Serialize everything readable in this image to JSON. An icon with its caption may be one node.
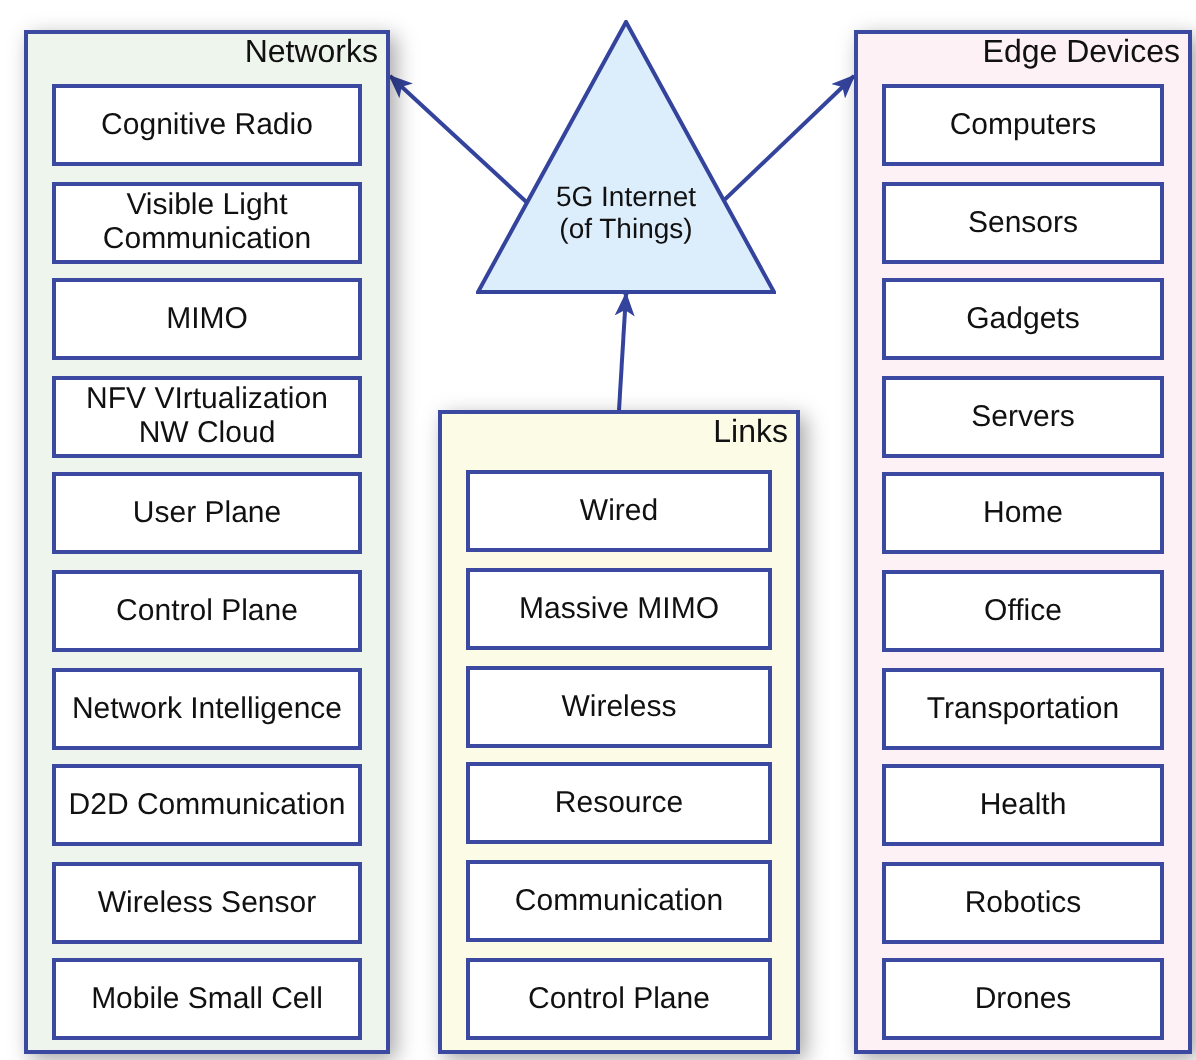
{
  "diagram": {
    "nodes": [
      {
        "text": [
          "Networks"
        ]
      },
      {
        "text": [
          "Cognitive Radio"
        ],
        "in": 0
      },
      {
        "text": [
          "Visible Light Communication"
        ],
        "in": 0
      },
      {
        "text": [
          "MIMO"
        ],
        "in": 0
      },
      {
        "text": [
          "NFV VIrtualization NW Cloud"
        ],
        "in": 0
      },
      {
        "text": [
          "User Plane"
        ],
        "in": 0
      },
      {
        "text": [
          "Control Plane"
        ],
        "in": 0
      },
      {
        "text": [
          "Network Intelligence"
        ],
        "in": 0
      },
      {
        "text": [
          "D2D Communication"
        ],
        "in": 0
      },
      {
        "text": [
          "Wireless Sensor"
        ],
        "in": 0
      },
      {
        "text": [
          "Mobile Small Cell"
        ],
        "in": 0
      },
      {
        "text": [
          "5G Internet (of Things)"
        ]
      },
      {
        "text": [
          "Edge Devices"
        ]
      },
      {
        "text": [
          "Computers"
        ],
        "in": 12
      },
      {
        "text": [
          "Sensors"
        ],
        "in": 12
      },
      {
        "text": [
          "Gadgets"
        ],
        "in": 12
      },
      {
        "text": [
          "Servers"
        ],
        "in": 12
      },
      {
        "text": [
          "Home"
        ],
        "in": 12
      },
      {
        "text": [
          "Office"
        ],
        "in": 12
      },
      {
        "text": [
          "Transportation"
        ],
        "in": 12
      },
      {
        "text": [
          "Health"
        ],
        "in": 12
      },
      {
        "text": [
          "Robotics"
        ],
        "in": 12
      },
      {
        "text": [
          "Drones"
        ],
        "in": 12
      },
      {
        "text": [
          "Links"
        ]
      },
      {
        "text": [
          "Wired"
        ],
        "in": 23
      },
      {
        "text": [
          "Massive MIMO"
        ],
        "in": 23
      },
      {
        "text": [
          "Wireless"
        ],
        "in": 23
      },
      {
        "text": [
          "Resource"
        ],
        "in": 23
      },
      {
        "text": [
          "Communication"
        ],
        "in": 23
      },
      {
        "text": [
          "Control Plane"
        ],
        "in": 23
      }
    ],
    "edges": [
      {
        "from": 11,
        "to": 0,
        "arrow": "to"
      },
      {
        "from": 11,
        "to": 12,
        "arrow": "to"
      },
      {
        "from": 23,
        "to": 11,
        "arrow": "to"
      }
    ]
  }
}
